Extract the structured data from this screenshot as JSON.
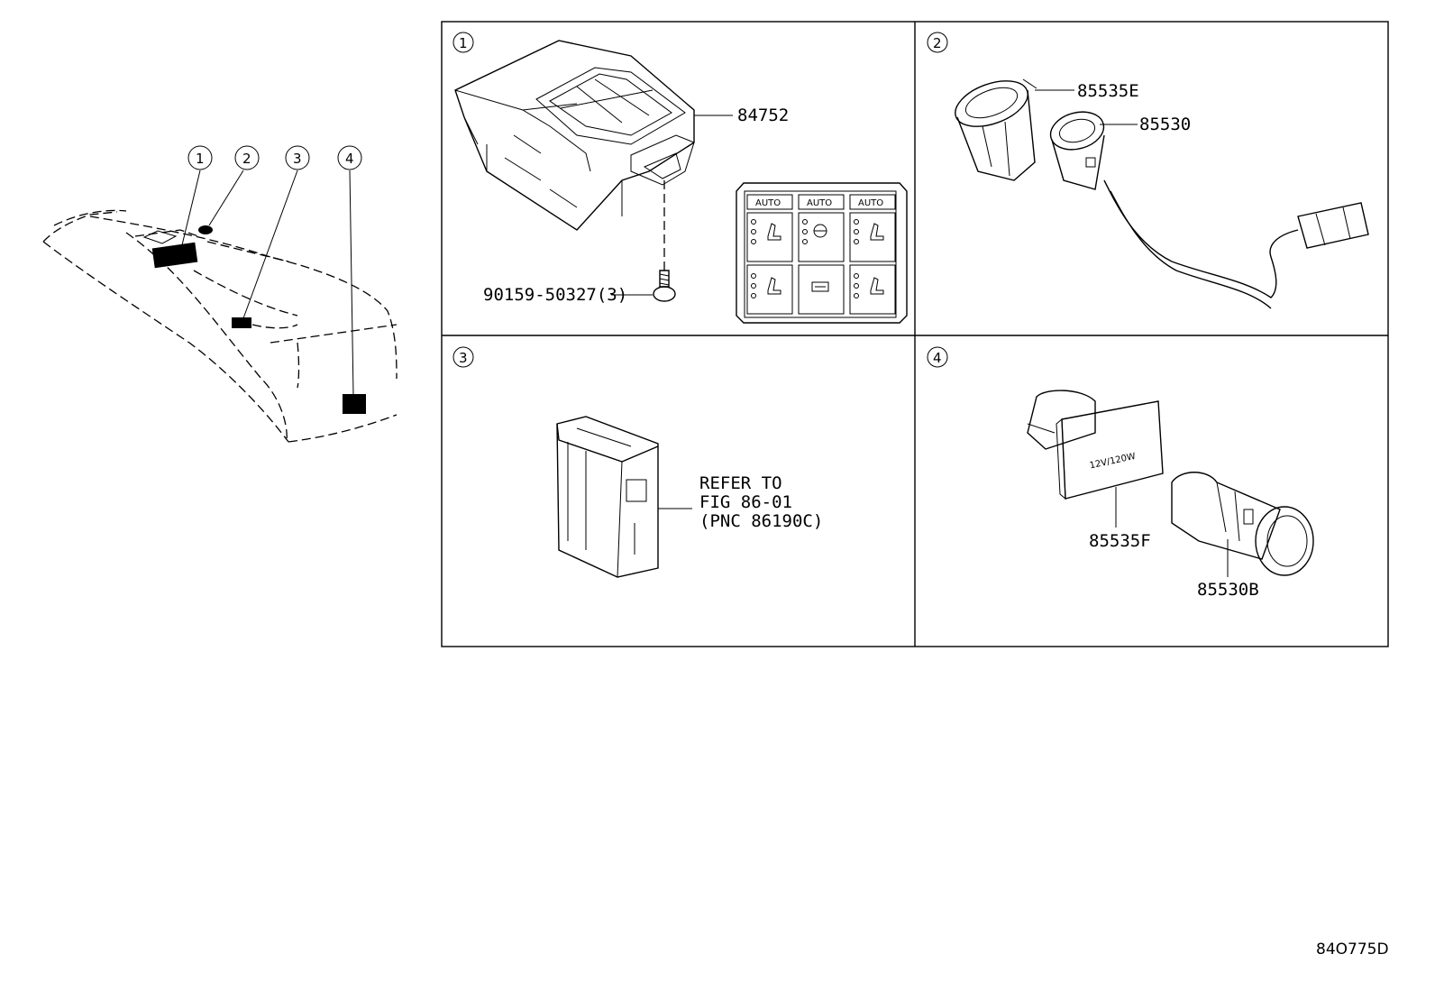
{
  "callouts": [
    "1",
    "2",
    "3",
    "4"
  ],
  "panels": [
    {
      "num": "1",
      "parts": [
        "84752",
        "90159-50327(3)"
      ]
    },
    {
      "num": "2",
      "parts": [
        "85535E",
        "85530"
      ]
    },
    {
      "num": "3",
      "note": [
        "REFER TO",
        "FIG 86-01",
        "(PNC 86190C)"
      ]
    },
    {
      "num": "4",
      "parts": [
        "85535F",
        "85530B"
      ],
      "socket_text": "12V/120W"
    }
  ],
  "switch_panel": {
    "button_labels": [
      "AUTO",
      "AUTO",
      "AUTO"
    ]
  },
  "figure_id": "84O775D"
}
